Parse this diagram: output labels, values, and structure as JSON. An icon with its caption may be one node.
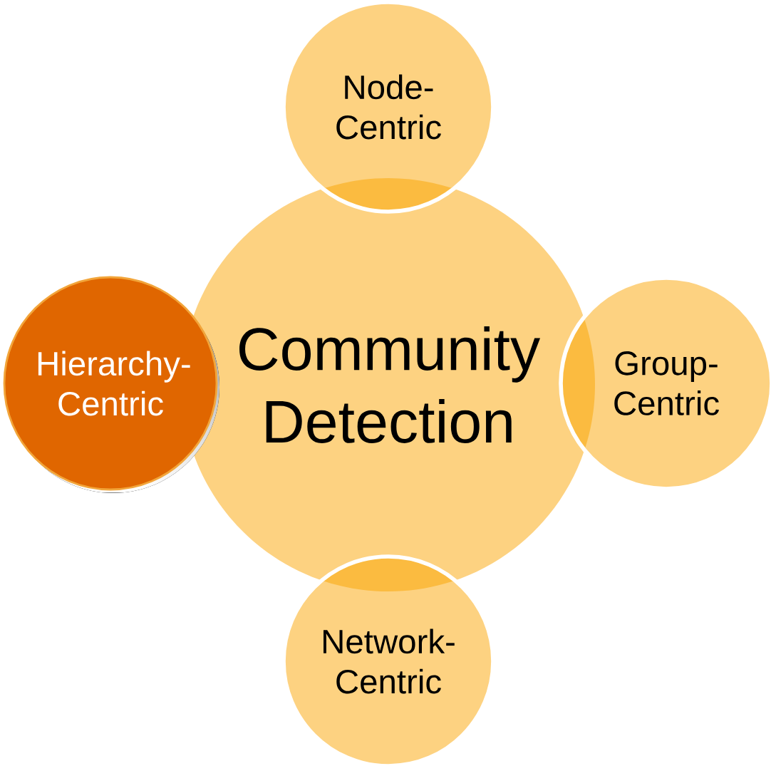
{
  "diagram": {
    "nodes": [
      {
        "text": [
          "Community Detection"
        ]
      },
      {
        "text": [
          "Node- Centric"
        ]
      },
      {
        "text": [
          "Group- Centric"
        ]
      },
      {
        "text": [
          "Network- Centric"
        ]
      },
      {
        "text": [
          "Hierarchy- Centric"
        ]
      }
    ]
  }
}
